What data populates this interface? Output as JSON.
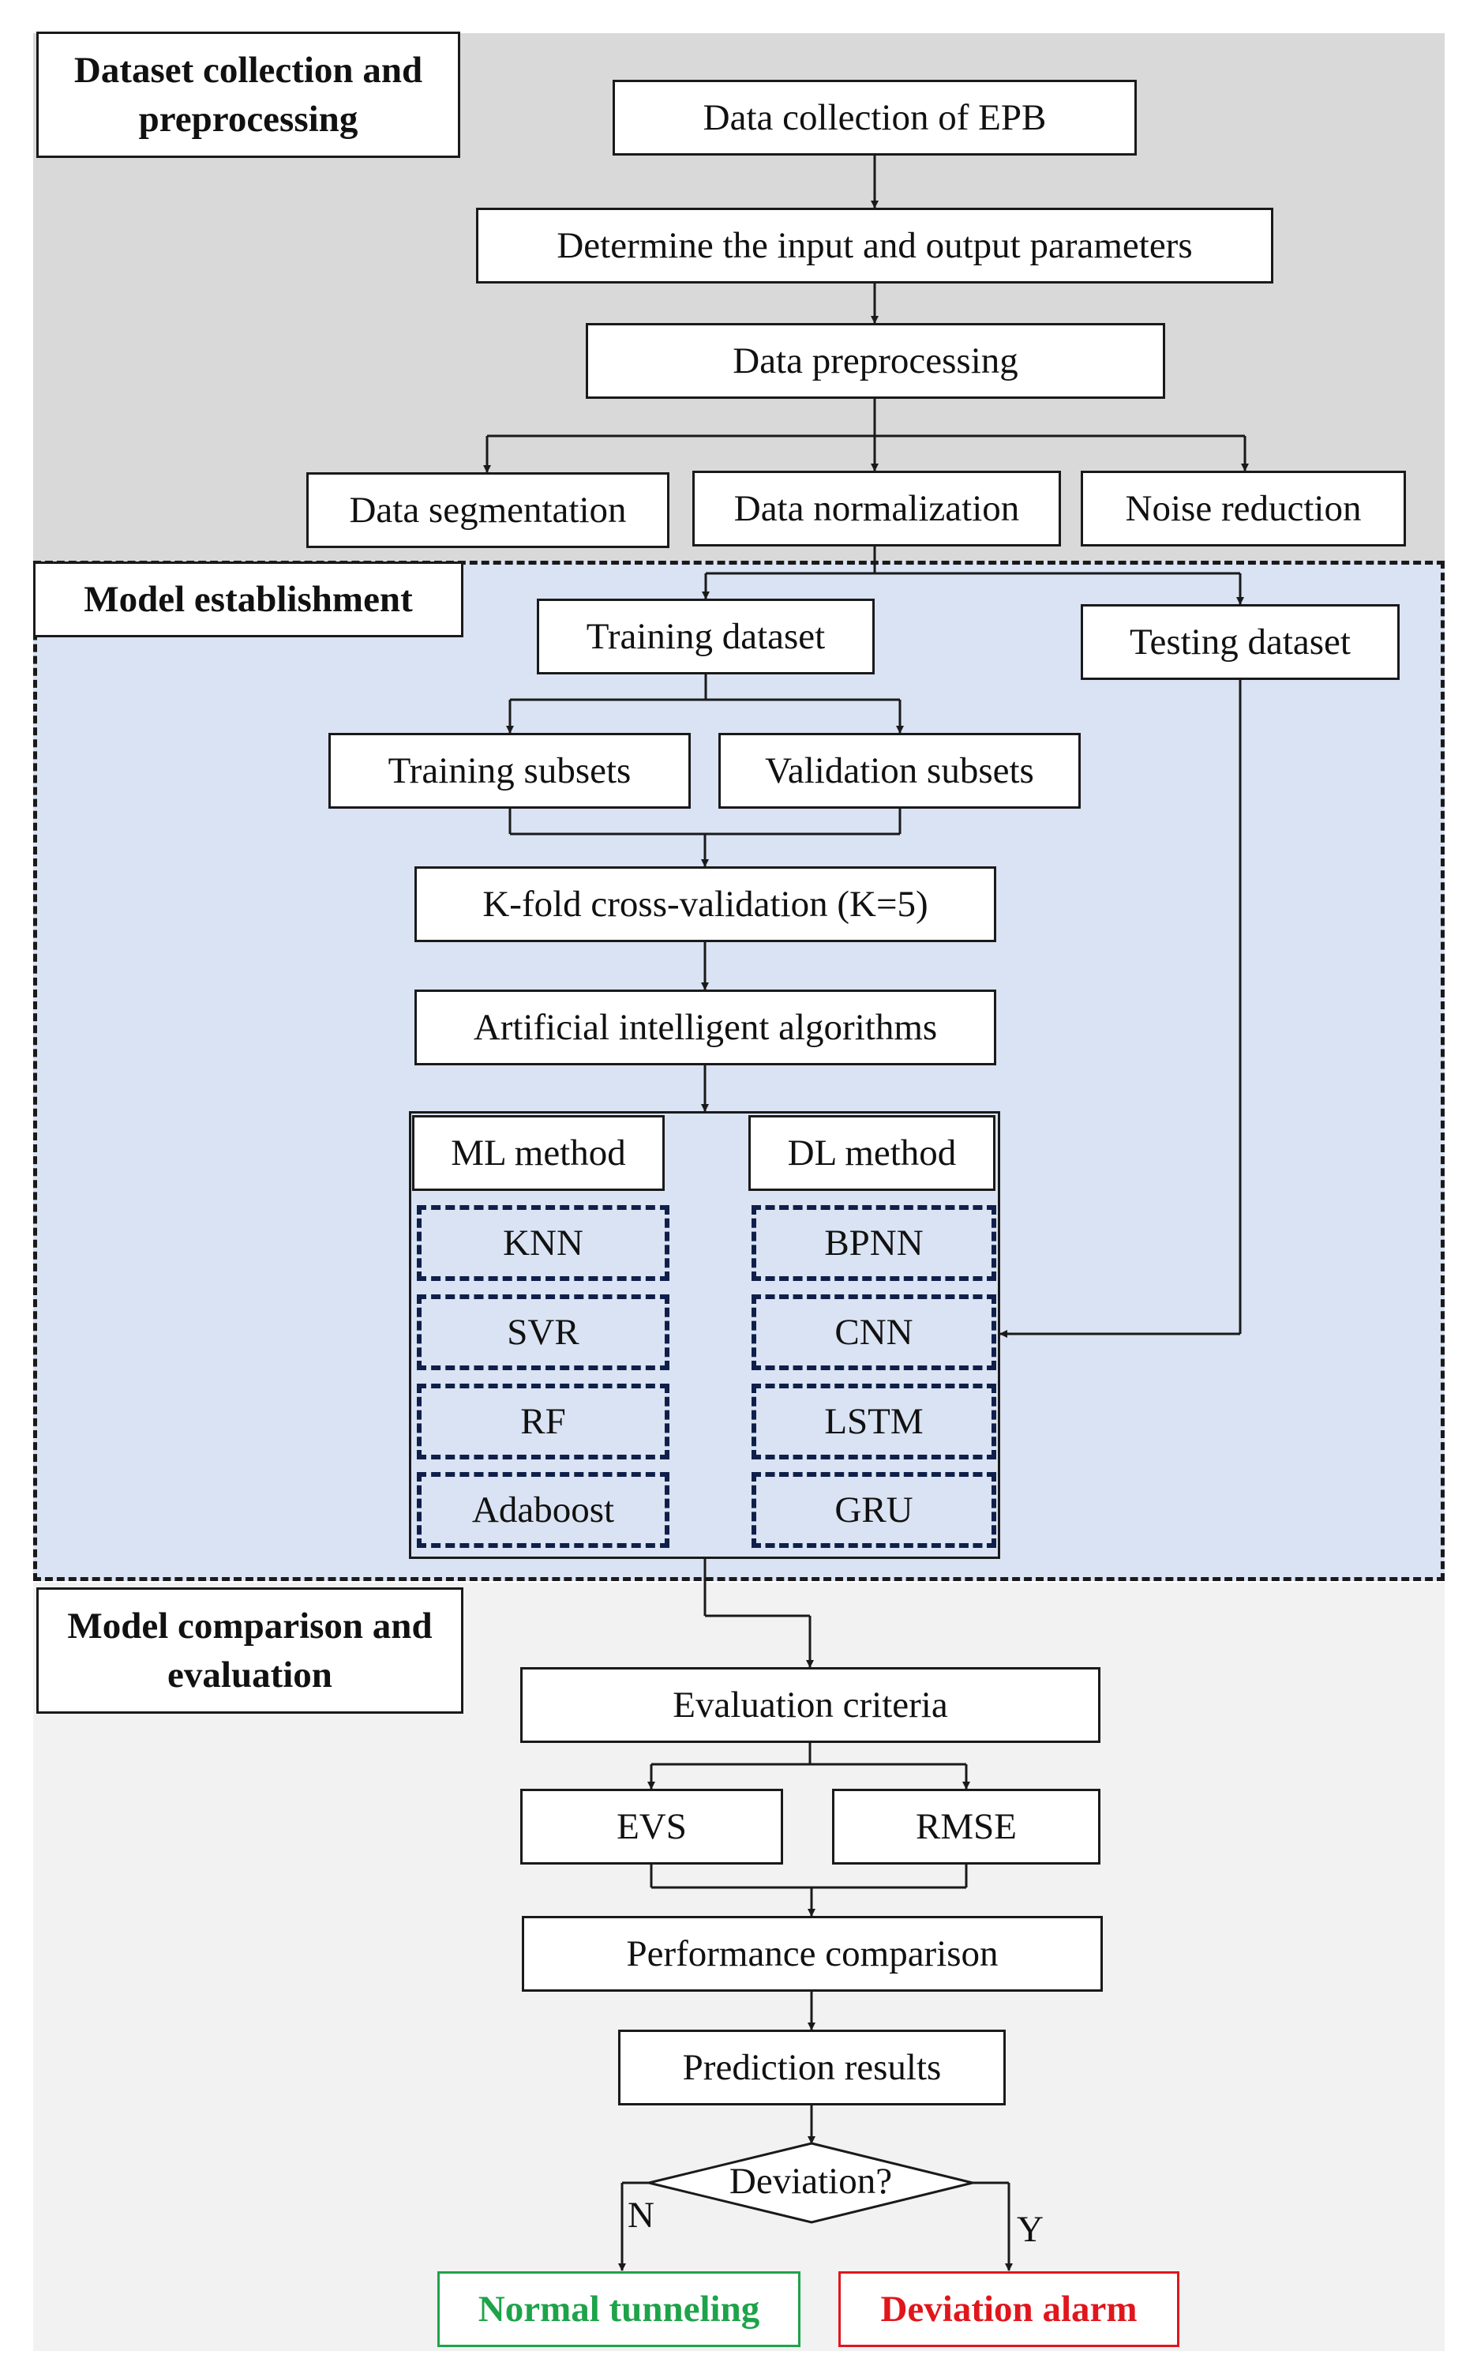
{
  "sections": {
    "preprocessing": {
      "title": "Dataset collection and preprocessing",
      "bg": "#d9d9d9"
    },
    "model": {
      "title": "Model establishment",
      "bg": "#dae3f3"
    },
    "evaluation": {
      "title": "Model comparison and evaluation",
      "bg": "#f2f2f2"
    }
  },
  "steps": {
    "collection": "Data collection of EPB",
    "params": "Determine the input and output parameters",
    "preprocessing": "Data preprocessing",
    "segmentation": "Data segmentation",
    "normalization": "Data normalization",
    "noise": "Noise reduction",
    "training_dataset": "Training dataset",
    "testing_dataset": "Testing dataset",
    "training_subsets": "Training subsets",
    "validation_subsets": "Validation subsets",
    "kfold": "K-fold cross-validation (K=5)",
    "ai": "Artificial intelligent algorithms",
    "criteria": "Evaluation criteria",
    "evs": "EVS",
    "rmse": "RMSE",
    "performance": "Performance comparison",
    "results": "Prediction results",
    "decision": "Deviation?",
    "no_label": "N",
    "yes_label": "Y",
    "normal": "Normal tunneling",
    "alarm": "Deviation alarm"
  },
  "methods": {
    "ml": {
      "title": "ML method",
      "items": [
        "KNN",
        "SVR",
        "RF",
        "Adaboost"
      ]
    },
    "dl": {
      "title": "DL method",
      "items": [
        "BPNN",
        "CNN",
        "LSTM",
        "GRU"
      ]
    }
  },
  "colors": {
    "normal": "#1ea34a",
    "alarm": "#e0161c",
    "dash": "#0f1f4a",
    "line": "#1a1a1a"
  }
}
